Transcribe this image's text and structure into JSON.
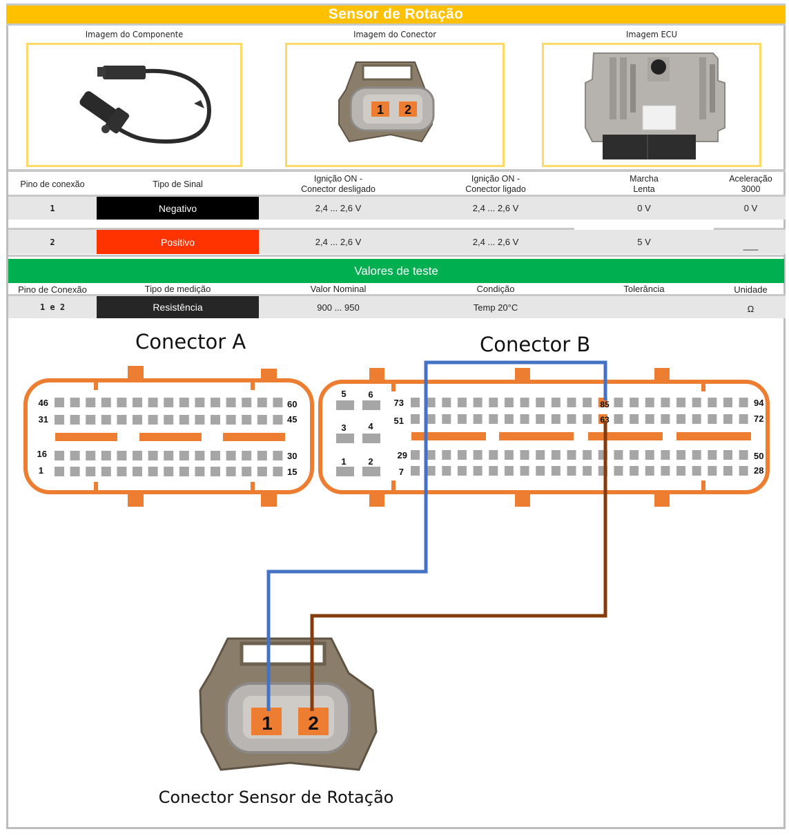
{
  "header": {
    "title": "Sensor de Rotação"
  },
  "images": [
    {
      "caption": "Imagem do Componente",
      "depicts": "crankshaft-sensor-photo"
    },
    {
      "caption": "Imagem do Conector",
      "depicts": "connector-photo",
      "pins": [
        "1",
        "2"
      ]
    },
    {
      "caption": "Imagem ECU",
      "depicts": "ecu-photo"
    }
  ],
  "signal_table": {
    "columns": [
      "Pino de conexão",
      "Tipo de Sinal",
      "Ignição ON -\nConector desligado",
      "Ignição ON -\nConector ligado",
      "Marcha\nLenta",
      "Aceleração\n3000"
    ],
    "col_lines": {
      "c3a": "Ignição ON -",
      "c3b": "Conector desligado",
      "c4a": "Ignição ON -",
      "c4b": "Conector ligado",
      "c5a": "Marcha",
      "c5b": "Lenta",
      "c6a": "Aceleração",
      "c6b": "3000"
    },
    "rows": [
      {
        "pin": "1",
        "signal": "Negativo",
        "signal_color": "#000000",
        "ign_off": "2,4 ... 2,6 V",
        "ign_on": "2,4 ... 2,6 V",
        "idle": "0 V",
        "accel": "0 V"
      },
      {
        "pin": "2",
        "signal": "Positivo",
        "signal_color": "#ff3300",
        "ign_off": "2,4 ... 2,6 V",
        "ign_on": "2,4 ... 2,6 V",
        "idle": "5 V",
        "accel": "___"
      }
    ]
  },
  "test_values": {
    "title": "Valores de teste",
    "columns": [
      "Pino de Conexão",
      "Tipo de medição",
      "Valor Nominal",
      "Condição",
      "Tolerância",
      "Unidade"
    ],
    "rows": [
      {
        "pin": "1 e 2",
        "type": "Resistência",
        "nominal": "900 ... 950",
        "condition": "Temp 20°C",
        "tolerance": "",
        "unit": "Ω"
      }
    ]
  },
  "diagram": {
    "connector_a": {
      "title": "Conector A",
      "row_labels": {
        "r1_left": "46",
        "r1_right": "60",
        "r2_left": "31",
        "r2_right": "45",
        "r3_left": "16",
        "r3_right": "30",
        "r4_left": "1",
        "r4_right": "15"
      }
    },
    "connector_b": {
      "title": "Conector B",
      "small_pins": [
        "5",
        "6",
        "3",
        "4",
        "1",
        "2"
      ],
      "row_labels": {
        "r1_left": "73",
        "r1_right": "94",
        "r2_left": "51",
        "r2_right": "72",
        "r3_left": "29",
        "r3_right": "50",
        "r4_left": "7",
        "r4_right": "28"
      },
      "highlighted_pins": [
        "85",
        "63"
      ]
    },
    "sensor_connector": {
      "title": "Conector Sensor de Rotação",
      "pins": [
        "1",
        "2"
      ]
    },
    "wires": [
      {
        "from": "Sensor pin 1",
        "to": "Conector B pin 85",
        "color": "#4472c4"
      },
      {
        "from": "Sensor pin 2",
        "to": "Conector B pin 63",
        "color": "#843c0c"
      }
    ],
    "colors": {
      "connector_outline": "#ed7d31",
      "pin_gray": "#a6a6a6",
      "pin_highlight": "#ed7d31"
    }
  }
}
